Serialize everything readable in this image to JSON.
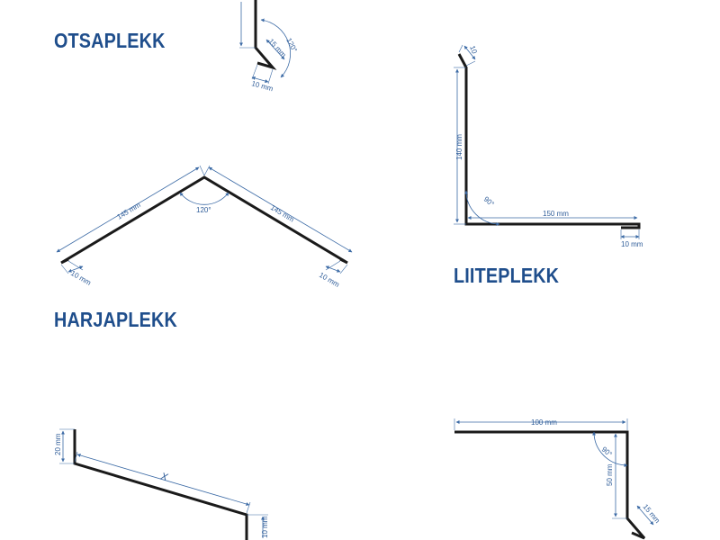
{
  "titles": {
    "otsaplekk": "OTSAPLEKK",
    "harjaplekk": "HARJAPLEKK",
    "liiteplekk": "LIITEPLEKK"
  },
  "dimensions": {
    "otsa_angle": "120°",
    "otsa_flange": "15 mm",
    "otsa_hem": "10 mm",
    "harja_left_side": "145 mm",
    "harja_right_side": "145 mm",
    "harja_angle": "120°",
    "harja_left_hem": "10 mm",
    "harja_right_hem": "10 mm",
    "liite_top_hem": "10",
    "liite_height": "140 mm",
    "liite_angle": "90°",
    "liite_width": "150 mm",
    "liite_end_hem": "10 mm",
    "p4_top": "20 mm",
    "p4_slope": "X",
    "p4_end": "10 mm",
    "p5_width": "100 mm",
    "p5_angle": "90°",
    "p5_height": "50 mm",
    "p5_flange": "15 mm"
  },
  "colors": {
    "title_blue": "#1f4e8c",
    "dimension_blue": "#3b6aa5",
    "profile_line": "#1a1a1a"
  }
}
